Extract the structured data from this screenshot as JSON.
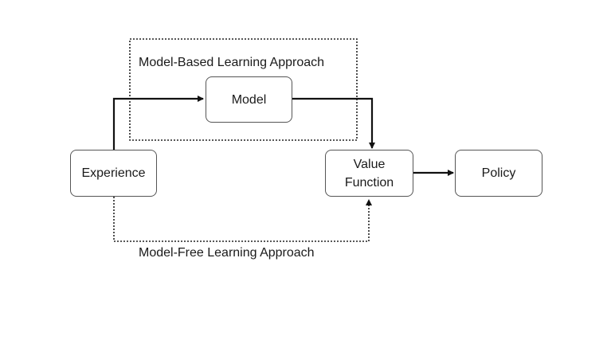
{
  "nodes": {
    "experience": "Experience",
    "model": "Model",
    "value_function": [
      "Value",
      "Function"
    ],
    "policy": "Policy"
  },
  "regions": {
    "model_based": "Model-Based Learning Approach",
    "model_free": "Model-Free Learning Approach"
  },
  "colors": {
    "solid_arrow": "#111111",
    "dotted_arrow": "#222222",
    "box_border": "#555555"
  }
}
